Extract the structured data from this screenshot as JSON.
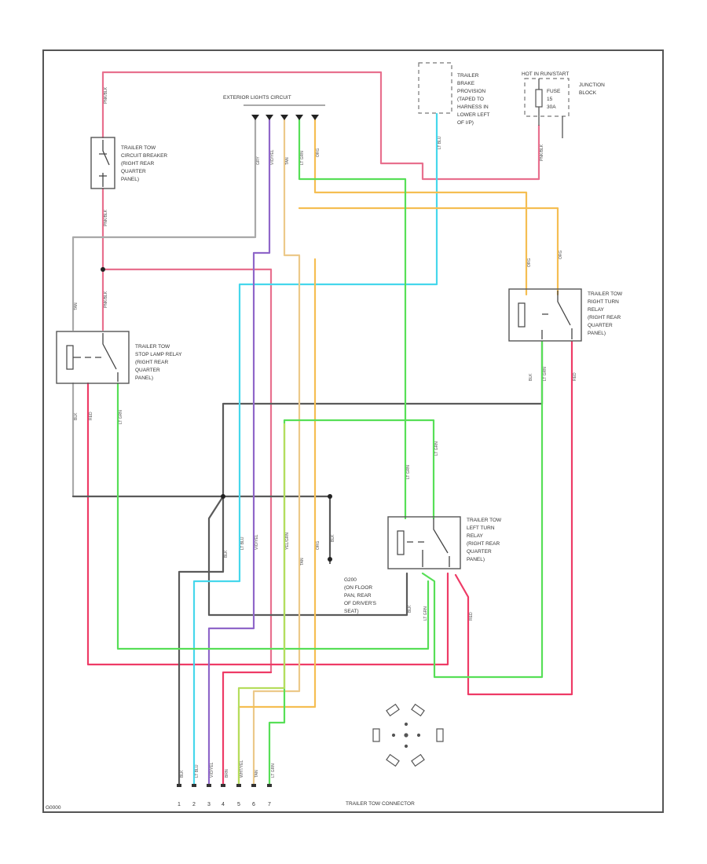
{
  "exterior_lights": {
    "label": "EXTERIOR LIGHTS CIRCUIT"
  },
  "brake_provision": {
    "lines": [
      "TRAILER",
      "BRAKE",
      "PROVISION",
      "(TAPED TO",
      "HARNESS IN",
      "LOWER LEFT",
      "OF I/P)"
    ]
  },
  "junction_block": {
    "header": "HOT IN RUN/START",
    "fuse_label": "FUSE",
    "fuse_number": "15",
    "fuse_rating": "30A",
    "name_lines": [
      "JUNCTION",
      "BLOCK"
    ]
  },
  "circuit_breaker": {
    "lines": [
      "TRAILER TOW",
      "CIRCUIT BREAKER",
      "(RIGHT REAR",
      "QUARTER",
      "PANEL)"
    ]
  },
  "stop_relay": {
    "lines": [
      "TRAILER TOW",
      "STOP LAMP RELAY",
      "(RIGHT REAR",
      "QUARTER",
      "PANEL)"
    ]
  },
  "right_turn_relay": {
    "lines": [
      "TRAILER TOW",
      "RIGHT TURN",
      "RELAY",
      "(RIGHT REAR",
      "QUARTER",
      "PANEL)"
    ]
  },
  "left_turn_relay": {
    "lines": [
      "TRAILER TOW",
      "LEFT TURN",
      "RELAY",
      "(RIGHT REAR",
      "QUARTER",
      "PANEL)"
    ]
  },
  "ground": {
    "lines": [
      "G200",
      "(ON FLOOR",
      "PAN, REAR",
      "OF DRIVER'S",
      "SEAT)"
    ]
  },
  "connector": {
    "label": "TRAILER TOW CONNECTOR",
    "pins": [
      "1",
      "2",
      "3",
      "4",
      "5",
      "6",
      "7"
    ]
  },
  "figure_code": "G0000",
  "wire_colors": {
    "pink": "#e8708e",
    "red": "#ee3b66",
    "tan": "#ecc98a",
    "orange": "#f5be52",
    "green": "#57df57",
    "lightblue": "#46d7ec",
    "purple": "#8f66c9",
    "gray": "#a9a9a9",
    "black": "#5a5a5a",
    "yellowgreen": "#b5dd5d"
  },
  "wire_labels": {
    "pink": "PNK/BLK",
    "red": "RED",
    "tan": "TAN",
    "orange": "ORG",
    "green": "LT GRN",
    "lightblue": "LT BLU",
    "purple": "VIO/YEL",
    "gray": "GRY",
    "black": "BLK",
    "yellowgreen": "YEL/GRN",
    "brown": "BRN",
    "whiteyel": "WHT/YEL"
  }
}
